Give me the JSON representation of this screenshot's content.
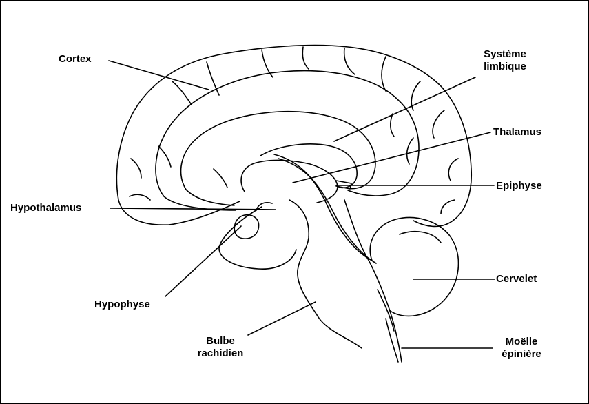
{
  "diagram": {
    "labels": {
      "cortex": "Cortex",
      "systeme_limbique_1": "Système",
      "systeme_limbique_2": "limbique",
      "thalamus": "Thalamus",
      "epiphyse": "Epiphyse",
      "hypothalamus": "Hypothalamus",
      "cervelet": "Cervelet",
      "hypophyse": "Hypophyse",
      "bulbe_1": "Bulbe",
      "bulbe_2": "rachidien",
      "moelle_1": "Moëlle",
      "moelle_2": "épinière"
    },
    "colors": {
      "line": "#000000",
      "background": "#ffffff"
    }
  }
}
